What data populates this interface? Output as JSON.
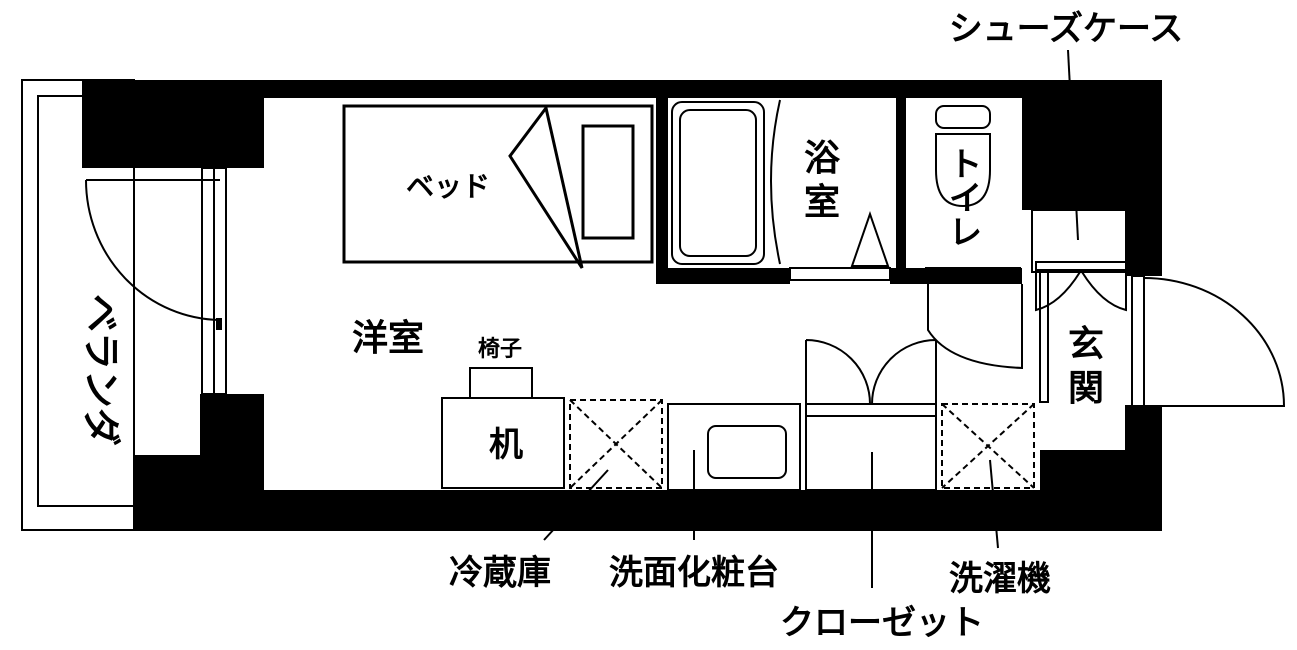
{
  "floorplan": {
    "rooms": {
      "balcony": "ベランダ",
      "western_room": "洋室",
      "bathroom": "浴室",
      "toilet": "トイレ",
      "entrance": "玄関"
    },
    "furniture": {
      "bed": "ベッド",
      "chair": "椅子",
      "desk": "机"
    },
    "callouts": {
      "shoe_case": "シューズケース",
      "refrigerator": "冷蔵庫",
      "vanity": "洗面化粧台",
      "closet": "クローゼット",
      "washer": "洗濯機"
    },
    "colors": {
      "wall": "#000000",
      "background": "#ffffff"
    }
  }
}
